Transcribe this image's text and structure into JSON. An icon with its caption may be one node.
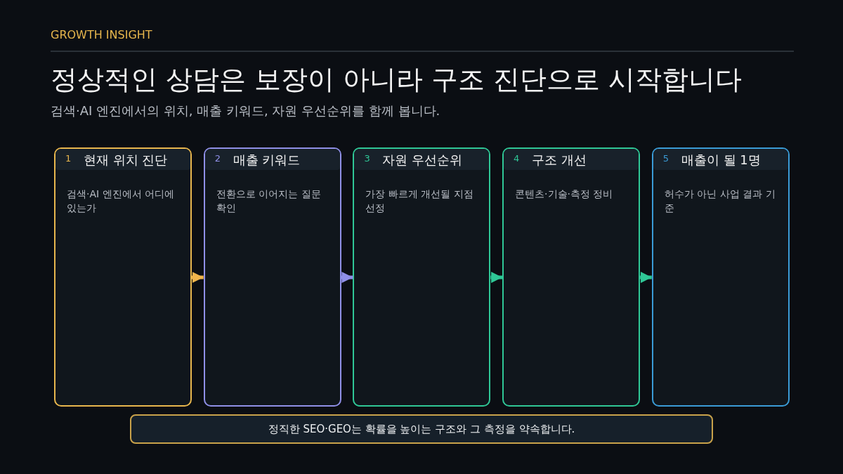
{
  "diagram": {
    "title": "정상적인 상담은 보장이 아니라 구조 진단으로 시작합니다",
    "nodes": [
      {
        "text": [
          "1",
          "현재 위치 진단",
          "검색·AI 엔진에서 어디에 있는가"
        ]
      },
      {
        "text": [
          "2",
          "매출 키워드",
          "전환으로 이어지는 질문 확인"
        ]
      },
      {
        "text": [
          "3",
          "자원 우선순위",
          "가장 빠르게 개선될 지점 선정"
        ]
      },
      {
        "text": [
          "4",
          "구조 개선",
          "콘텐츠·기술·측정 정비"
        ]
      },
      {
        "text": [
          "5",
          "매출이 될 1명",
          "허수가 아닌 사업 결과 기준"
        ]
      },
      {
        "text": [
          "정직한 SEO·GEO는 확률을 높이는 구조와 그 측정을 약속합니다."
        ]
      }
    ],
    "edges": [
      {
        "from": 0,
        "to": 1,
        "arrow": "to",
        "color": "#f0b44c"
      },
      {
        "from": 1,
        "to": 2,
        "arrow": "to",
        "color": "#8f8fe6"
      },
      {
        "from": 2,
        "to": 3,
        "arrow": "to",
        "color": "#2fc796"
      },
      {
        "from": 3,
        "to": 4,
        "arrow": "to",
        "color": "#2fc796"
      }
    ],
    "labels": [
      "GROWTH INSIGHT",
      "검색·AI 엔진에서의 위치, 매출 키워드, 자원 우선순위를 함께 봅니다."
    ]
  }
}
